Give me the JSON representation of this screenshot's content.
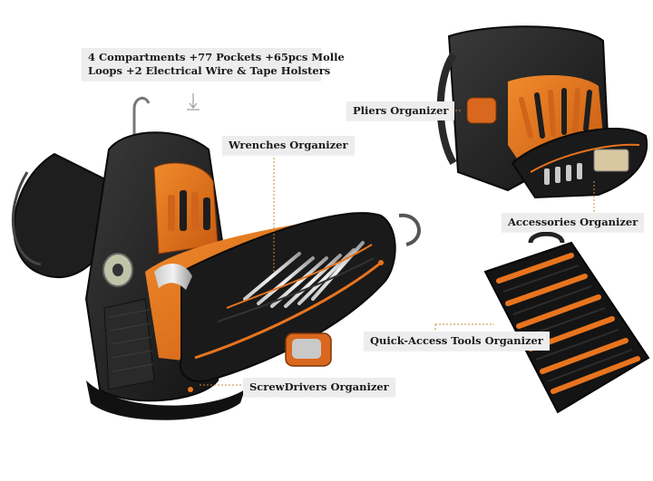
{
  "labels": {
    "headline_line1": "4 Compartments +77 Pockets +65pcs Molle",
    "headline_line2": "Loops +2 Electrical Wire & Tape Holsters",
    "wrenches": "Wrenches Organizer",
    "pliers": "Pliers Organizer",
    "accessories": "Accessories Organizer",
    "quick_access": "Quick-Access Tools Organizer",
    "screwdrivers": "ScrewDrivers Organizer"
  },
  "colors": {
    "bag_black": "#1c1c1c",
    "lining_orange": "#e8741e",
    "callout_line": "#c98a3a",
    "label_bg": "#ededed"
  }
}
